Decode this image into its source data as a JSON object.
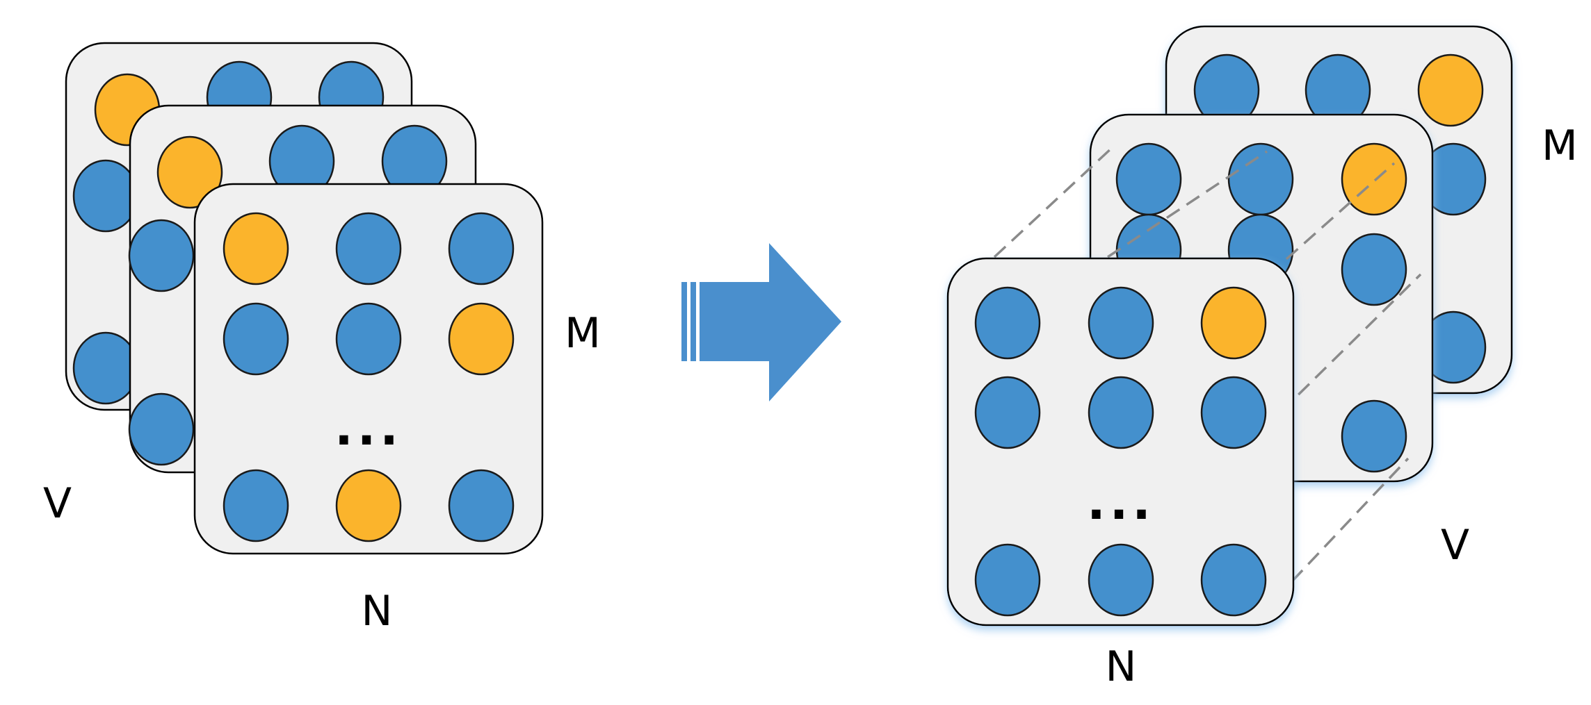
{
  "colors": {
    "background": "#ffffff",
    "panel": "#f0f0f0",
    "panel_border": "#000000",
    "blue_node": "#4490cd",
    "orange_node": "#fbb42c",
    "arrow": "#4a8fcd",
    "dashed_edge": "#8a8a8a"
  },
  "left_stack": {
    "labels": {
      "rows": "M",
      "columns": "N",
      "depth": "V"
    },
    "ellipsis": "...",
    "front_panel": {
      "rows": [
        [
          "orange",
          "blue",
          "blue"
        ],
        [
          "blue",
          "blue",
          "orange"
        ],
        [
          "blue",
          "orange",
          "blue"
        ]
      ]
    },
    "middle_panel_visible": [
      "orange",
      "blue",
      "blue",
      "blue",
      "blue"
    ],
    "back_panel_visible": [
      "orange",
      "blue",
      "blue",
      "blue",
      "blue"
    ]
  },
  "transform_arrow": {
    "icon": "right-arrow-icon"
  },
  "right_stack": {
    "labels": {
      "rows": "M",
      "columns": "N",
      "depth": "V"
    },
    "ellipsis": "...",
    "front_panel": {
      "rows": [
        [
          "blue",
          "blue",
          "orange"
        ],
        [
          "blue",
          "blue",
          "blue"
        ],
        [
          "blue",
          "blue",
          "blue"
        ]
      ]
    },
    "middle_panel_visible": [
      "blue",
      "blue",
      "orange",
      "blue",
      "blue",
      "blue",
      "blue"
    ],
    "back_panel_visible": [
      "blue",
      "blue",
      "orange",
      "blue",
      "blue"
    ]
  }
}
